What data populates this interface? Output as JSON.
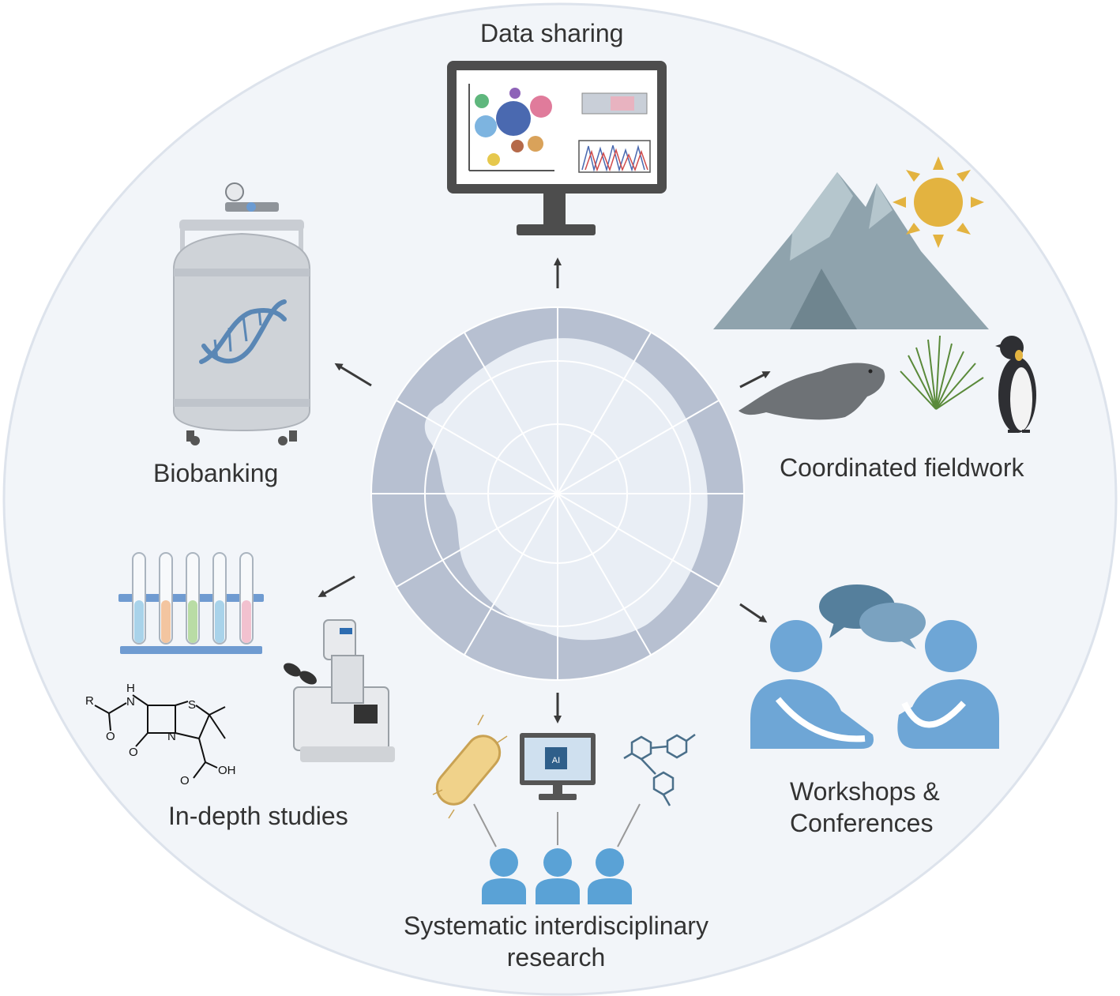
{
  "labels": {
    "data_sharing": "Data sharing",
    "biobanking": "Biobanking",
    "fieldwork": "Coordinated fieldwork",
    "indepth": "In-depth studies",
    "systematic_line1": "Systematic interdisciplinary",
    "systematic_line2": "research",
    "workshops_line1": "Workshops &",
    "workshops_line2": "Conferences"
  },
  "inline_text": {
    "ai_chip": "AI",
    "chem_r": "R",
    "chem_h": "H",
    "chem_n": "N",
    "chem_s": "S",
    "chem_n2": "N",
    "chem_o1": "O",
    "chem_o2": "O",
    "chem_o3": "O",
    "chem_oh": "OH"
  },
  "colors": {
    "background_circle": "#f2f5f9",
    "circle_border": "#dde3ec",
    "antarctica_ring": "#b7c0d1",
    "antarctica_land": "#e9eef5",
    "grid_lines": "#ffffff",
    "arrow": "#3a3a3a",
    "label_text": "#333333",
    "people_blue": "#6ea6d6",
    "speech_blue": "#557f9c",
    "mountain": "#8fa3ad",
    "sun": "#e3b340"
  },
  "icons": [
    "monitor-icon",
    "cryo-tank-icon",
    "mountain-icon",
    "sun-icon",
    "seal-icon",
    "grass-icon",
    "penguin-icon",
    "test-tubes-icon",
    "microscope-icon",
    "penicillin-structure-icon",
    "bacterium-icon",
    "ai-computer-icon",
    "molecule-icon",
    "researchers-icon",
    "people-talking-icon",
    "speech-bubbles-icon",
    "antarctica-map-icon"
  ]
}
